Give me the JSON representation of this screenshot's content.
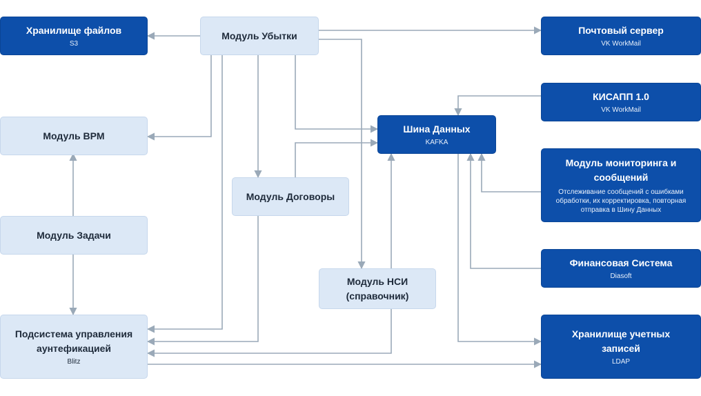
{
  "nodes": {
    "files": {
      "title": "Хранилище файлов",
      "subtitle": "S3"
    },
    "losses": {
      "title": "Модуль Убытки"
    },
    "mail": {
      "title": "Почтовый сервер",
      "subtitle": "VK WorkMail"
    },
    "kisapp": {
      "title": "КИСАПП 1.0",
      "subtitle": "VK WorkMail"
    },
    "bpm": {
      "title": "Модуль BPM"
    },
    "bus": {
      "title": "Шина Данных",
      "subtitle": "KAFKA"
    },
    "monitor": {
      "title": "Модуль мониторинга и сообщений",
      "subtitle": "Отслеживание сообщений с ошибками обработки, их корректировка, повторная отправка в Шину Данных"
    },
    "contracts": {
      "title": "Модуль Договоры"
    },
    "tasks": {
      "title": "Модуль Задачи"
    },
    "finance": {
      "title": "Финансовая Система",
      "subtitle": "Diasoft"
    },
    "nsi": {
      "title": "Модуль НСИ (справочник)"
    },
    "auth": {
      "title": "Подсистема управления аунтефикацией",
      "subtitle": "Blitz"
    },
    "ldap": {
      "title": "Хранилище учетных записей",
      "subtitle": "LDAP"
    }
  },
  "colors": {
    "dark_fill": "#0d4faa",
    "light_fill": "#dce8f6",
    "line": "#9aa9b8"
  }
}
